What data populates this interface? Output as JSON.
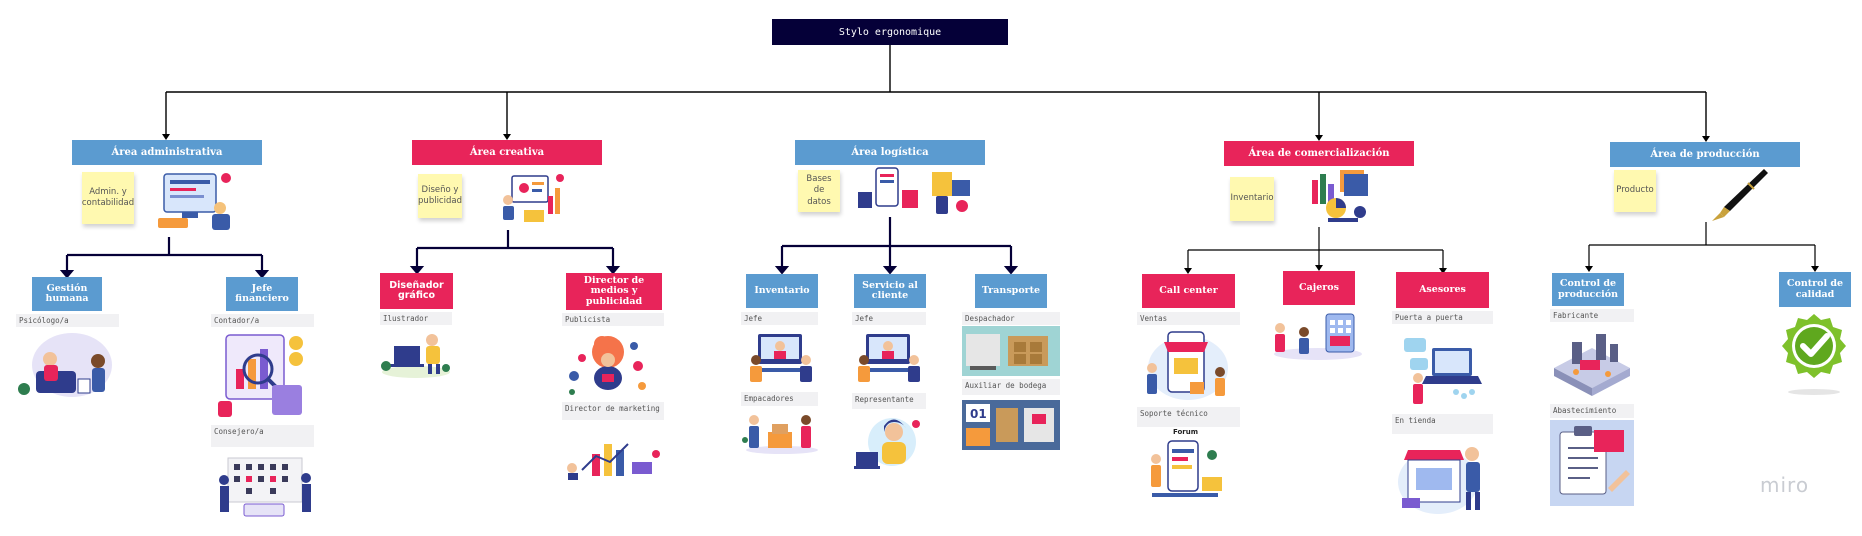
{
  "root": {
    "label": "Stylo ergonomique"
  },
  "areas": [
    {
      "label": "Área administrativa",
      "color": "#5b9bd0",
      "sticky": "Admin. y contabilidad",
      "image_icon": "office-computer-illustration",
      "children": [
        {
          "label": "Gestión humana",
          "roles": [
            {
              "label": "Psicólogo/a",
              "image_icon": "meeting-illustration"
            }
          ]
        },
        {
          "label": "Jefe financiero",
          "roles": [
            {
              "label": "Contador/a",
              "image_icon": "financial-analysis-illustration"
            },
            {
              "label": "Consejero/a",
              "image_icon": "planning-calendar-illustration"
            }
          ]
        }
      ]
    },
    {
      "label": "Área creativa",
      "color": "#e8245a",
      "sticky": "Diseño y publicidad",
      "image_icon": "creative-design-illustration",
      "children": [
        {
          "label": "Diseñador gráfico",
          "roles": [
            {
              "label": "Ilustrador",
              "image_icon": "illustrator-laptop-illustration"
            }
          ]
        },
        {
          "label": "Director de medios y publicidad",
          "roles": [
            {
              "label": "Publicista",
              "image_icon": "social-media-illustration"
            },
            {
              "label": "Director de marketing",
              "image_icon": "marketing-chart-illustration"
            }
          ]
        }
      ]
    },
    {
      "label": "Área logística",
      "color": "#5b9bd0",
      "sticky": "Bases de datos",
      "image_icon": "logistics-illustration",
      "children": [
        {
          "label": "Inventario",
          "roles": [
            {
              "label": "Jefe",
              "image_icon": "video-call-illustration"
            },
            {
              "label": "Empacadores",
              "image_icon": "packing-illustration"
            }
          ]
        },
        {
          "label": "Servicio al cliente",
          "roles": [
            {
              "label": "Jefe",
              "image_icon": "video-call-illustration"
            },
            {
              "label": "Representante",
              "image_icon": "customer-support-illustration"
            }
          ]
        },
        {
          "label": "Transporte",
          "roles": [
            {
              "label": "Despachador",
              "image_icon": "warehouse-truck-photo"
            },
            {
              "label": "Auxiliar de bodega",
              "image_icon": "warehouse-calendar-photo"
            }
          ]
        }
      ]
    },
    {
      "label": "Área de comercialización",
      "color": "#e8245a",
      "sticky": "Inventario",
      "image_icon": "commerce-charts-illustration",
      "children": [
        {
          "label": "Call center",
          "roles": [
            {
              "label": "Ventas",
              "image_icon": "online-store-illustration"
            },
            {
              "label": "Soporte técnico",
              "image_icon": "forum-support-illustration",
              "caption": "Forum"
            }
          ]
        },
        {
          "label": "Cajeros",
          "roles": [
            {
              "label": "",
              "image_icon": "cashier-illustration"
            }
          ]
        },
        {
          "label": "Asesores",
          "roles": [
            {
              "label": "Puerta a puerta",
              "image_icon": "laptop-chat-illustration"
            },
            {
              "label": "En tienda",
              "image_icon": "shop-front-illustration"
            }
          ]
        }
      ]
    },
    {
      "label": "Área de producción",
      "color": "#5b9bd0",
      "sticky": "Producto",
      "image_icon": "fountain-pen-photo",
      "children": [
        {
          "label": "Control de producción",
          "roles": [
            {
              "label": "Fabricante",
              "image_icon": "factory-isometric-illustration"
            },
            {
              "label": "Abastecimiento",
              "image_icon": "clipboard-checklist-illustration"
            }
          ]
        },
        {
          "label": "Control de calidad",
          "roles": [
            {
              "label": "",
              "image_icon": "quality-check-badge-icon"
            }
          ]
        }
      ]
    }
  ],
  "watermark": "miro"
}
